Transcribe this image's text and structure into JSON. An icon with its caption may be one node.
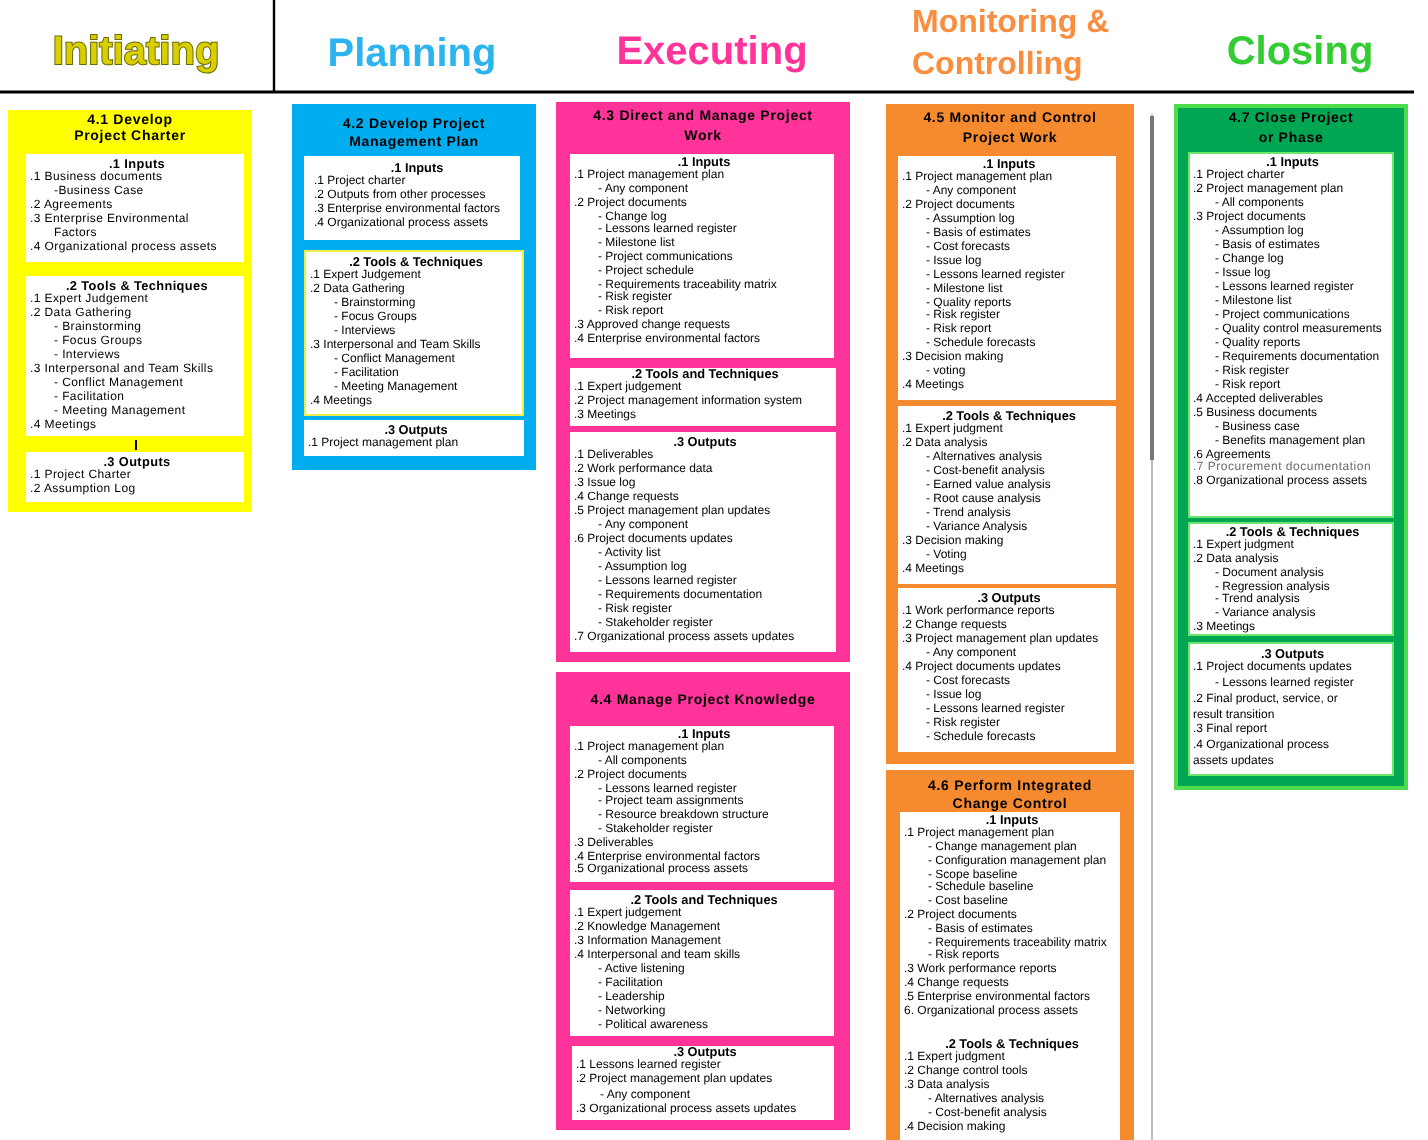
{
  "diagram": {
    "nodes": [
      {
        "text": [
          "4.1 Develop Project Charter"
        ]
      },
      {
        "text": [
          ".1 Inputs",
          ".1 Business documents",
          "-Business Case",
          ".2 Agreements",
          ".3 Enterprise Environmental Factors",
          ".4 Organizational process assets"
        ],
        "in": 0
      },
      {
        "text": [
          ".2 Tools & Techniques",
          ".1 Expert Judgement",
          ".2 Data Gathering",
          "- Brainstorming",
          "- Focus Groups",
          "- Interviews",
          ".3 Interpersonal and Team Skills",
          "- Conflict Management",
          "- Facilitation",
          "- Meeting Management",
          ".4 Meetings"
        ],
        "in": 0
      },
      {
        "text": [
          ".3 Outputs",
          ".1 Project Charter",
          ".2 Assumption Log"
        ],
        "in": 0
      },
      {
        "text": [
          "4.2 Develop Project Management Plan"
        ]
      },
      {
        "text": [
          ".1 Inputs",
          ".1 Project charter",
          ".2 Outputs from other processes",
          ".3 Enterprise environmental factors",
          ".4 Organizational process assets"
        ],
        "in": 4
      },
      {
        "text": [
          ".2 Tools & Techniques",
          ".1 Expert Judgement",
          ".2 Data Gathering",
          "- Brainstorming",
          "- Focus Groups",
          "- Interviews",
          ".3 Interpersonal and Team Skills",
          "- Conflict Management",
          "- Facilitation",
          "- Meeting Management",
          ".4 Meetings"
        ],
        "in": 4
      },
      {
        "text": [
          ".3 Outputs",
          ".1 Project management plan"
        ],
        "in": 4
      },
      {
        "text": [
          "4.3 Direct and Manage Project Work"
        ]
      },
      {
        "text": [
          ".1 Inputs",
          ".1 Project management plan",
          "- Any component",
          ".2 Project documents",
          "- Change log",
          "- Lessons learned register",
          "- Milestone list",
          "- Project communications",
          "- Project schedule",
          "- Requirements traceability matrix",
          "- Risk register",
          "- Risk report",
          ".3 Approved change requests",
          ".4 Enterprise environmental factors"
        ],
        "in": 8
      },
      {
        "text": [
          ".2 Tools and Techniques",
          ".1 Expert judgement",
          ".2 Project management information system",
          ".3 Meetings"
        ],
        "in": 8
      },
      {
        "text": [
          ".3 Outputs",
          ".1 Deliverables",
          ".2 Work performance data",
          ".3 Issue log",
          ".4 Change requests",
          ".5 Project management plan updates",
          "- Any component",
          ".6 Project documents updates",
          "- Activity list",
          "- Assumption log",
          "- Lessons learned register",
          "- Requirements documentation",
          "- Risk register",
          "- Stakeholder register",
          ".7 Organizational process assets updates"
        ],
        "in": 8
      },
      {
        "text": [
          "4.4 Manage Project Knowledge"
        ]
      },
      {
        "text": [
          ".1 Inputs",
          ".1 Project management plan",
          "- All components",
          ".2 Project documents",
          "- Lessons learned register",
          "- Project team assignments",
          "- Resource breakdown structure",
          "- Stakeholder register",
          ".3 Deliverables",
          ".4 Enterprise environmental factors",
          ".5 Organizational process assets"
        ],
        "in": 12
      },
      {
        "text": [
          ".2 Tools and Techniques",
          ".1 Expert judgement",
          ".2 Knowledge Management",
          ".3 Information Management",
          ".4 Interpersonal and team skills",
          "- Active listening",
          "- Facilitation",
          "- Leadership",
          "- Networking",
          "- Political awareness"
        ],
        "in": 12
      },
      {
        "text": [
          ".3 Outputs",
          ".1 Lessons learned register",
          ".2 Project management plan updates",
          "- Any component",
          ".3 Organizational process assets updates"
        ],
        "in": 12
      },
      {
        "text": [
          "4.5 Monitor and Control Project Work"
        ]
      },
      {
        "text": [
          ".1 Inputs",
          ".1 Project management plan",
          "- Any component",
          ".2 Project documents",
          "- Assumption log",
          "- Basis of estimates",
          "- Cost forecasts",
          "- Issue log",
          "- Lessons learned register",
          "- Milestone list",
          "- Quality reports",
          "- Risk register",
          "- Risk report",
          "- Schedule forecasts",
          ".3 Decision making",
          "- voting",
          ".4 Meetings"
        ],
        "in": 16
      },
      {
        "text": [
          ".2 Tools & Techniques",
          ".1 Expert judgment",
          ".2 Data analysis",
          "- Alternatives analysis",
          "- Cost-benefit analysis",
          "- Earned value analysis",
          "- Root cause analysis",
          "- Trend analysis",
          "- Variance Analysis",
          ".3 Decision making",
          "- Voting",
          ".4 Meetings"
        ],
        "in": 16
      },
      {
        "text": [
          ".3 Outputs",
          ".1 Work performance reports",
          ".2 Change requests",
          ".3 Project management plan updates",
          "- Any component",
          ".4 Project documents updates",
          "- Cost forecasts",
          "- Issue log",
          "- Lessons learned register",
          "- Risk register",
          "- Schedule forecasts"
        ],
        "in": 16
      },
      {
        "text": [
          "4.6 Perform Integrated Change Control"
        ]
      },
      {
        "text": [
          ".1 Inputs",
          ".1 Project management plan",
          "- Change management plan",
          "- Configuration management plan",
          "- Scope baseline",
          "- Schedule baseline",
          "- Cost baseline",
          ".2 Project documents",
          "- Basis of estimates",
          "- Requirements traceability matrix",
          "- Risk reports",
          ".3 Work performance reports",
          ".4 Change requests",
          ".5 Enterprise environmental factors",
          "6. Organizational process assets"
        ],
        "in": 20
      },
      {
        "text": [
          ".2 Tools & Techniques",
          ".1 Expert judgment",
          ".2 Change control tools",
          ".3 Data analysis",
          "- Alternatives analysis",
          "- Cost-benefit analysis",
          ".4 Decision making"
        ],
        "in": 20
      },
      {
        "text": [
          "4.7 Close Project or Phase"
        ]
      },
      {
        "text": [
          ".1 Inputs",
          ".1 Project charter",
          ".2 Project management plan",
          "- All components",
          ".3 Project documents",
          "- Assumption log",
          "- Basis of estimates",
          "- Change log",
          "- Issue log",
          "- Lessons learned register",
          "- Milestone list",
          "- Project communications",
          "- Quality control measurements",
          "- Quality reports",
          "- Requirements documentation",
          "- Risk register",
          "- Risk report",
          ".4 Accepted deliverables",
          ".5 Business documents",
          "- Business case",
          "- Benefits management plan",
          ".6 Agreements",
          ".7 Procurement documentation",
          ".8 Organizational process assets"
        ],
        "in": 23
      },
      {
        "text": [
          ".2 Tools & Techniques",
          ".1 Expert judgment",
          ".2 Data analysis",
          "- Document analysis",
          "- Regression analysis",
          "- Trend analysis",
          "- Variance analysis",
          ".3 Meetings"
        ],
        "in": 23
      },
      {
        "text": [
          ".3 Outputs",
          ".1 Project documents updates",
          "- Lessons learned register",
          ".2 Final product, service, or result transition",
          ".3 Final report",
          ".4 Organizational process assets updates"
        ],
        "in": 23
      }
    ],
    "labels": [
      "Initiating",
      "Planning",
      "Executing",
      "Monitoring & Controlling",
      "Closing"
    ]
  }
}
